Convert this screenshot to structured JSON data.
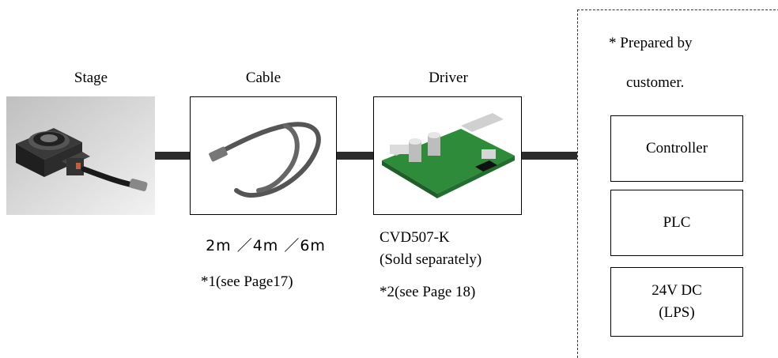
{
  "components": {
    "stage": {
      "label": "Stage"
    },
    "cable": {
      "label": "Cable",
      "lengths": "2m ／4m ／6m",
      "note": "*1(see Page17)"
    },
    "driver": {
      "label": "Driver",
      "model": "CVD507-K",
      "sold": "(Sold separately)",
      "note": "*2(see Page 18)"
    }
  },
  "customer": {
    "note_line1": "* Prepared by",
    "note_line2": "customer.",
    "items": [
      "Controller",
      "PLC",
      "24V DC",
      "(LPS)"
    ]
  }
}
